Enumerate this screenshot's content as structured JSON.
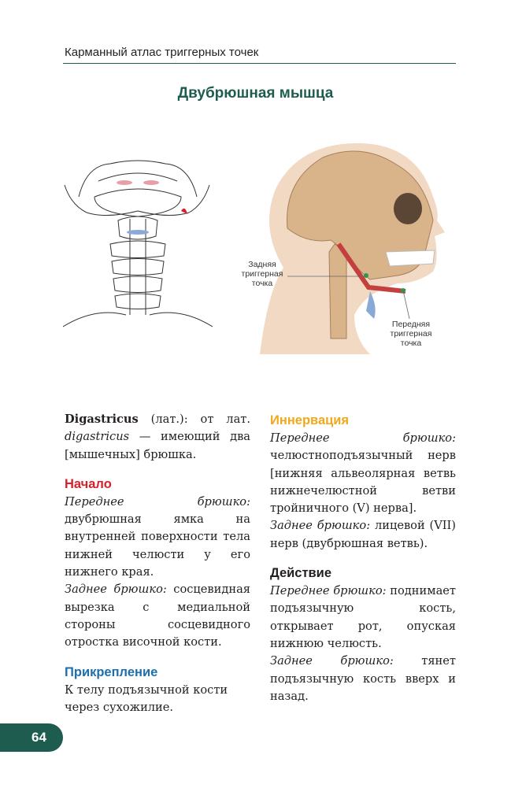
{
  "header": {
    "running_title": "Карманный атлас триггерных точек"
  },
  "title": "Двубрюшная мышца",
  "figure": {
    "label_posterior": [
      "Задняя",
      "триггерная",
      "точка"
    ],
    "label_anterior": [
      "Передняя",
      "триггерная",
      "точка"
    ]
  },
  "left": {
    "intro_bold": "Digastricus",
    "intro_text1": " (лат.): от лат. ",
    "intro_italic": "digastricus",
    "intro_text2": " — имеющий два [мышечных] брюшка.",
    "origin": {
      "heading": "Начало",
      "p1_italic": "Переднее брюшко:",
      "p1_text": " двубрюшная ямка на внутренней поверхности тела нижней челюсти у его нижнего края.",
      "p2_italic": "Заднее брюшко:",
      "p2_text": " сосцевидная вырезка с медиальной стороны сосцевидного отростка височной кости."
    },
    "insertion": {
      "heading": "Прикрепление",
      "text": "К телу подъязычной кости через сухожилие."
    }
  },
  "right": {
    "innervation": {
      "heading": "Иннервация",
      "p1_italic": "Переднее брюшко:",
      "p1_text": " челюстноподъязычный нерв [нижняя альвеолярная ветвь нижнечелюстной ветви тройничного (V) нерва].",
      "p2_italic": "Заднее брюшко:",
      "p2_text": " лицевой (VII) нерв (двубрюшная ветвь)."
    },
    "action": {
      "heading": "Действие",
      "p1_italic": "Переднее брюшко:",
      "p1_text": " поднимает подъязычную кость, открывает рот, опуская нижнюю челюсть.",
      "p2_italic": "Заднее брюшко:",
      "p2_text": " тянет подъязычную кость вверх и назад."
    }
  },
  "page_number": "64",
  "colors": {
    "accent": "#1f5c50",
    "origin": "#d7202a",
    "insertion": "#1d6fae",
    "innervation": "#f0a81c",
    "action": "#231f20"
  }
}
